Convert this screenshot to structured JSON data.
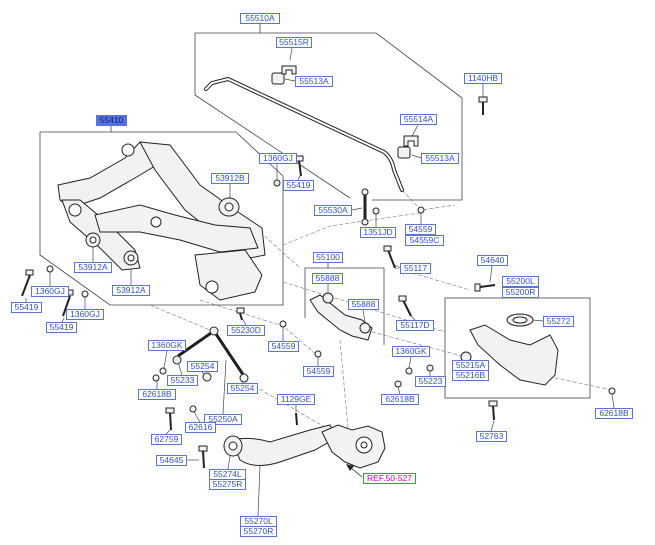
{
  "labels": [
    {
      "text": "55510A"
    },
    {
      "text": "55515R"
    },
    {
      "text": "55513A"
    },
    {
      "text": "1140HB"
    },
    {
      "text": "55410",
      "selected": true
    },
    {
      "text": "55514A"
    },
    {
      "text": "55513A"
    },
    {
      "text": "1360GJ"
    },
    {
      "text": "53912B"
    },
    {
      "text": "55419"
    },
    {
      "text": "55530A"
    },
    {
      "text": "1351JD"
    },
    {
      "text": "54559"
    },
    {
      "text": "54559C"
    },
    {
      "text": "55100"
    },
    {
      "text": "54640"
    },
    {
      "text": "55117"
    },
    {
      "text": "55888"
    },
    {
      "text": "55200L"
    },
    {
      "text": "55200R"
    },
    {
      "text": "53912A"
    },
    {
      "text": "53912A"
    },
    {
      "text": "1360GJ"
    },
    {
      "text": "55888"
    },
    {
      "text": "55419"
    },
    {
      "text": "1360GJ"
    },
    {
      "text": "55419"
    },
    {
      "text": "55117D"
    },
    {
      "text": "55230D"
    },
    {
      "text": "55272"
    },
    {
      "text": "54559"
    },
    {
      "text": "1360GK"
    },
    {
      "text": "1360GK"
    },
    {
      "text": "55254"
    },
    {
      "text": "55215A"
    },
    {
      "text": "54559"
    },
    {
      "text": "55216B"
    },
    {
      "text": "55233"
    },
    {
      "text": "55223"
    },
    {
      "text": "55254"
    },
    {
      "text": "62618B"
    },
    {
      "text": "62618B"
    },
    {
      "text": "1129GE"
    },
    {
      "text": "62618B"
    },
    {
      "text": "55250A"
    },
    {
      "text": "62616"
    },
    {
      "text": "52763"
    },
    {
      "text": "62759"
    },
    {
      "text": "54645"
    },
    {
      "text": "55274L"
    },
    {
      "text": "55275R"
    },
    {
      "text": "55270L"
    },
    {
      "text": "55270R"
    }
  ],
  "reference": {
    "text": "REF.50-527"
  },
  "colors": {
    "label_border": "#5b73d2",
    "label_text": "#3352c0",
    "selected_fill": "#5572e0",
    "reference_text": "#d400c8",
    "reference_border": "#3b9c3b",
    "line": "#444444"
  }
}
